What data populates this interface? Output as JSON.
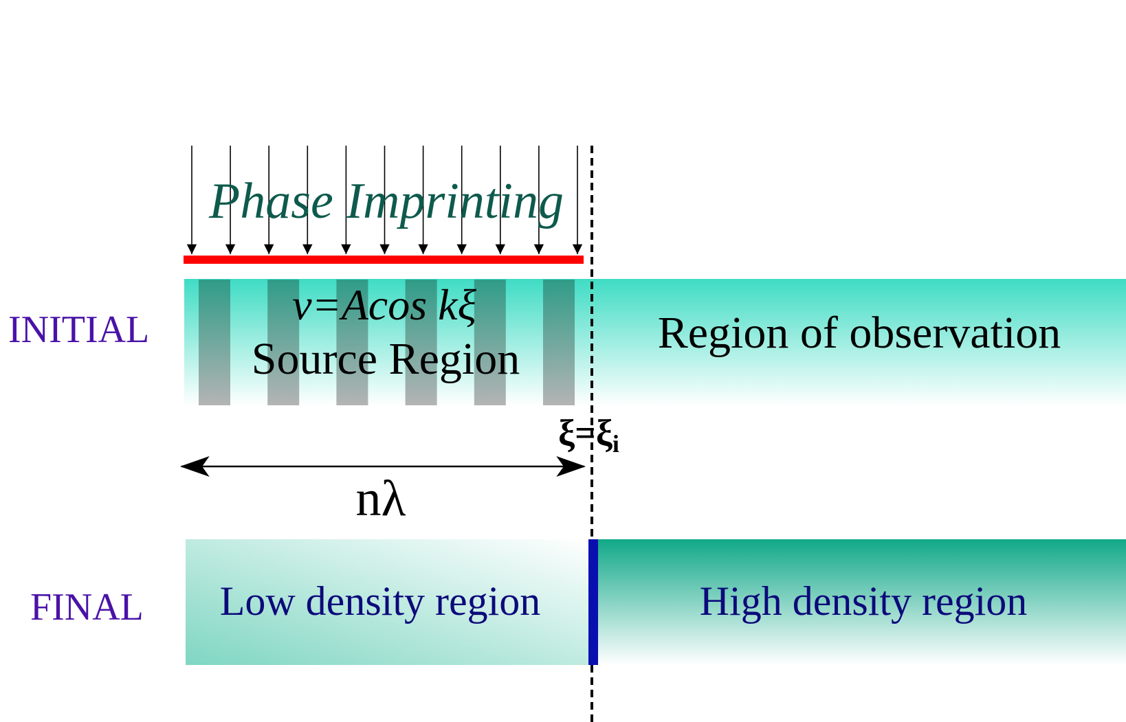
{
  "labels": {
    "phase_imprinting": "Phase Imprinting",
    "formula": "v=Acos kξ",
    "source_region": "Source Region",
    "observation_region": "Region of observation",
    "initial": "INITIAL",
    "final": "FINAL",
    "boundary_main": "ξ=ξ",
    "boundary_sub": "i",
    "length": "nλ",
    "low_density": "Low density region",
    "high_density": "High density region"
  },
  "colors": {
    "teal": "#3fdcc4",
    "teal_dark": "#11a888",
    "stripe": "#2f9c88",
    "imprint_bar": "#ff0000",
    "interface": "#0a10b0",
    "phase_text": "#0e5a4c",
    "state_label": "#4a12a8",
    "region_text_final": "#0c0a7a",
    "text": "#000000"
  },
  "arrow_count": 11,
  "stripe_count": 6
}
